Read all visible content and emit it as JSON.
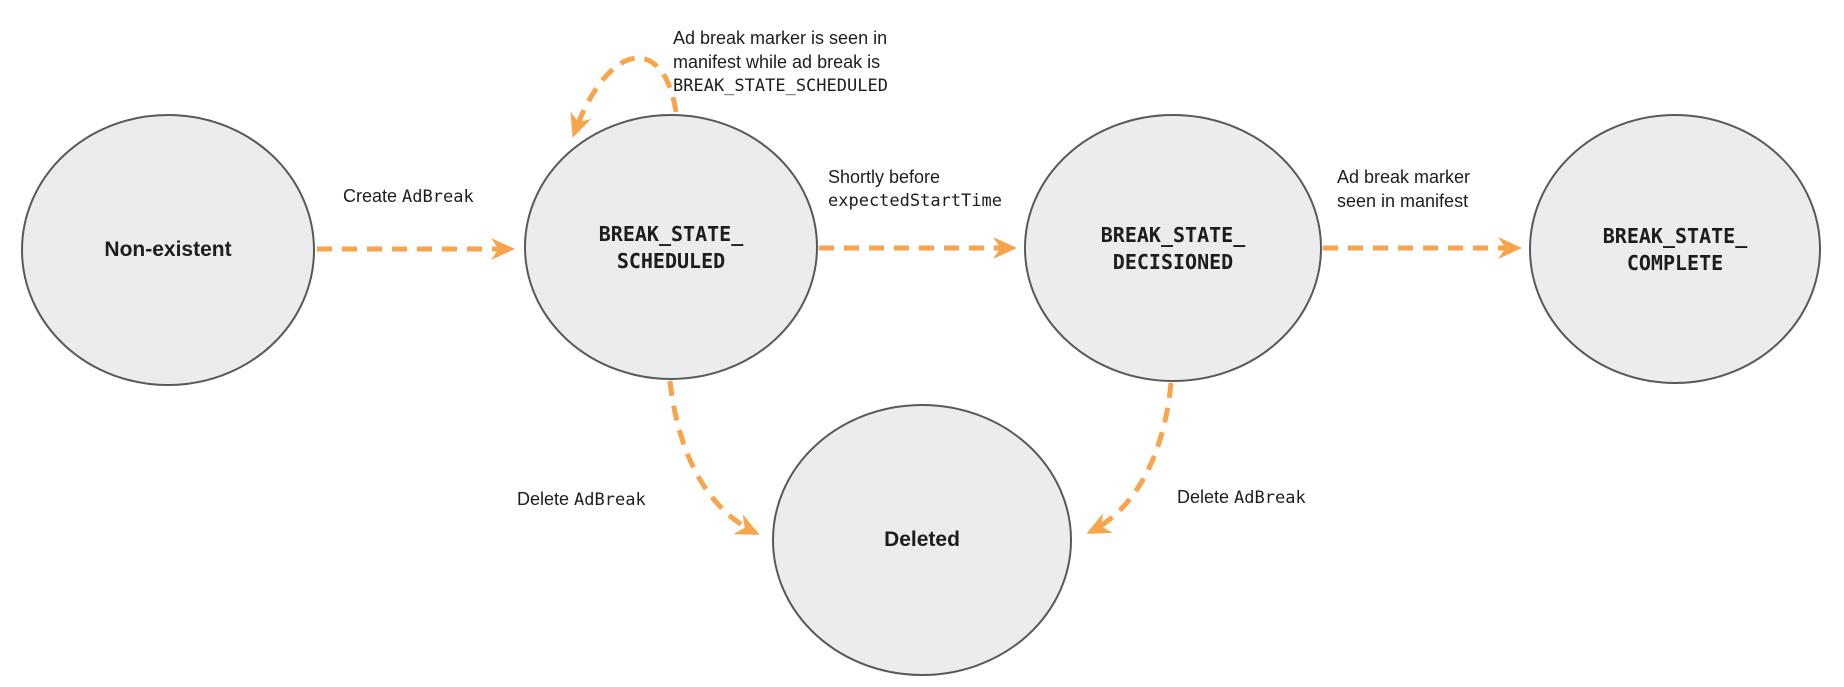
{
  "colors": {
    "background": "#ffffff",
    "accent_orange": "#f7a44c",
    "node_fill": "#ececec",
    "node_stroke": "#58595b",
    "text": "#1d1d1f"
  },
  "states": [
    {
      "id": "non-existent",
      "label": "Non-existent"
    },
    {
      "id": "break-state-scheduled",
      "label_line1": "BREAK_STATE_",
      "label_line2": "SCHEDULED"
    },
    {
      "id": "break-state-decisioned",
      "label_line1": "BREAK_STATE_",
      "label_line2": "DECISIONED"
    },
    {
      "id": "break-state-complete",
      "label_line1": "BREAK_STATE_",
      "label_line2": "COMPLETE"
    },
    {
      "id": "deleted",
      "label": "Deleted"
    }
  ],
  "transitions": {
    "create": {
      "plain": "Create ",
      "code": "AdBreak"
    },
    "self_loop": {
      "line1": "Ad break marker is seen in",
      "line2": "manifest while ad break is",
      "line3_code": "BREAK_STATE_SCHEDULED"
    },
    "decision": {
      "line1": "Shortly before",
      "line2_code": "expectedStartTime"
    },
    "complete": {
      "line1": "Ad break marker",
      "line2": "seen in manifest"
    },
    "delete_from_scheduled": {
      "plain": "Delete ",
      "code": "AdBreak"
    },
    "delete_from_decisioned": {
      "plain": "Delete ",
      "code": "AdBreak"
    }
  }
}
